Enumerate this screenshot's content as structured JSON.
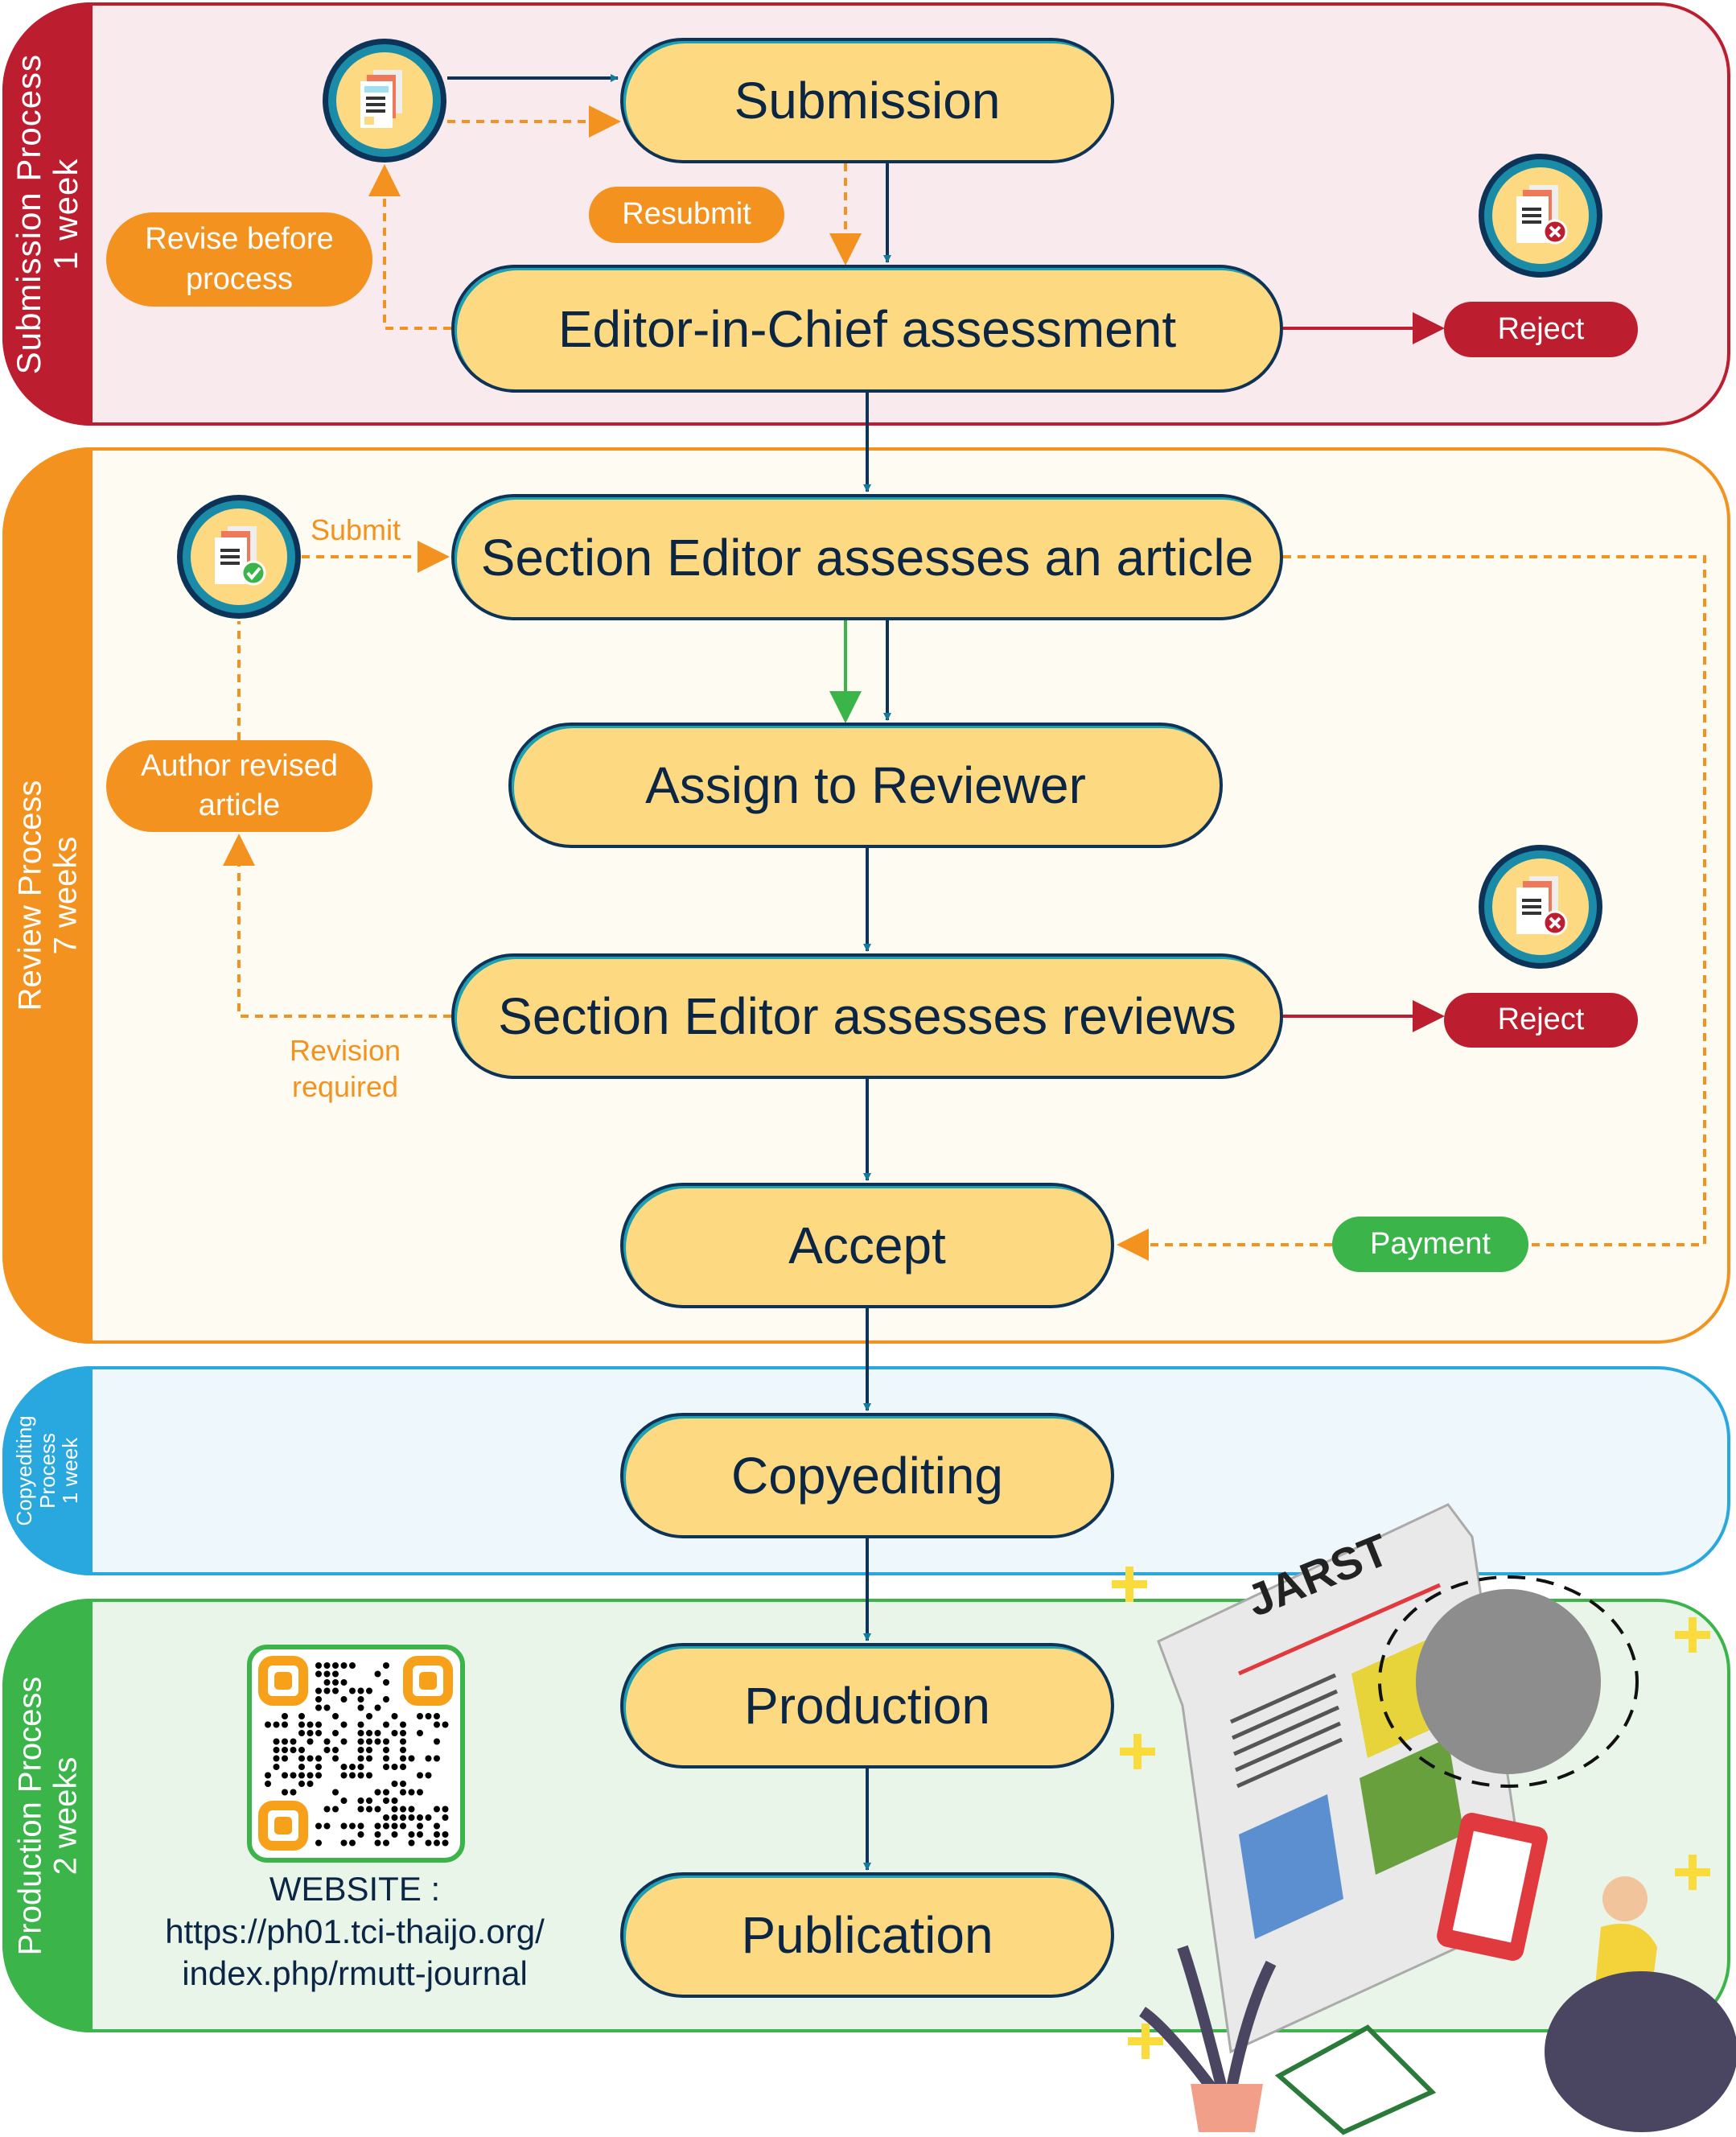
{
  "lanes": {
    "submission": {
      "title": "Submission Process",
      "duration": "1 week"
    },
    "review": {
      "title": "Review Process",
      "duration": "7 weeks"
    },
    "copyediting": {
      "title": "Copyediting",
      "title2": "Process",
      "duration": "1 week"
    },
    "production": {
      "title": "Production Process",
      "duration": "2 weeks"
    }
  },
  "steps": {
    "submission": "Submission",
    "eic": "Editor-in-Chief assessment",
    "se_article": "Section Editor assesses an article",
    "assign": "Assign to Reviewer",
    "se_reviews": "Section Editor assesses reviews",
    "accept": "Accept",
    "copyediting": "Copyediting",
    "production": "Production",
    "publication": "Publication"
  },
  "labels": {
    "revise_before_1": "Revise before",
    "revise_before_2": "process",
    "resubmit": "Resubmit",
    "reject": "Reject",
    "submit": "Submit",
    "author_revised_1": "Author revised",
    "author_revised_2": "article",
    "revision_required_1": "Revision",
    "revision_required_2": "required",
    "payment": "Payment"
  },
  "website": {
    "label": "WEBSITE :",
    "url_line1": "https://ph01.tci-thaijo.org/",
    "url_line2": "index.php/rmutt-journal"
  },
  "illustration": {
    "logo": "JARST"
  },
  "colors": {
    "submission": "#bd1e2f",
    "review": "#f4921f",
    "copyediting": "#29a8e0",
    "production": "#3bb44a",
    "box_fill": "#fdd982",
    "box_text": "#0b2545"
  }
}
